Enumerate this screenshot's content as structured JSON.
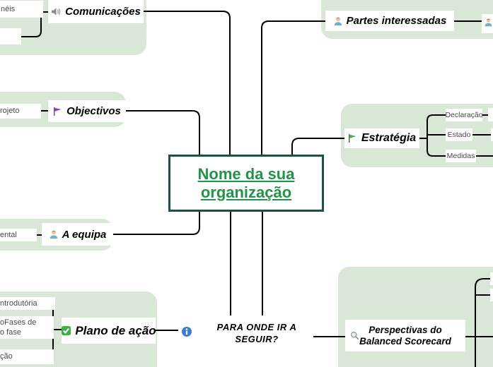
{
  "central": {
    "title_line1": "Nome da sua",
    "title_line2": "organização"
  },
  "topics": {
    "comunicacoes": {
      "label": "Comunicações",
      "icon": "speaker-icon"
    },
    "objectivos": {
      "label": "Objectivos",
      "icon": "purple-flag-icon"
    },
    "partes": {
      "label": "Partes interessadas",
      "icon": "person-icon"
    },
    "estrategia": {
      "label": "Estratégia",
      "icon": "green-flag-icon",
      "children": [
        "Declaração",
        "Estado",
        "Medidas"
      ]
    },
    "equipa": {
      "label": "A equipa",
      "icon": "person-icon"
    },
    "plano": {
      "label": "Plano de ação",
      "icon": "check-icon"
    },
    "para_onde": {
      "label_line1": "PARA ONDE IR A",
      "label_line2": "SEGUIR?",
      "icon": "info-icon"
    },
    "perspectivas": {
      "label_line1": "Perspectivas do",
      "label_line2": "Balanced Scorecard",
      "icon": "magnifier-icon"
    }
  },
  "clipped_fragments": {
    "neis": "néis",
    "rojeto": "rojeto",
    "ental": "ental",
    "ntrodutoria": "ntrodutória",
    "fases_line1": "oFases de",
    "fases_line2": "o fase",
    "cao": "ção"
  },
  "colors": {
    "boundary_fill": "#d8e7d6",
    "central_border": "#1d4f4b",
    "central_text": "#219447",
    "connector": "#000000",
    "info_blue": "#3d7cd0",
    "check_green": "#3fae49"
  }
}
